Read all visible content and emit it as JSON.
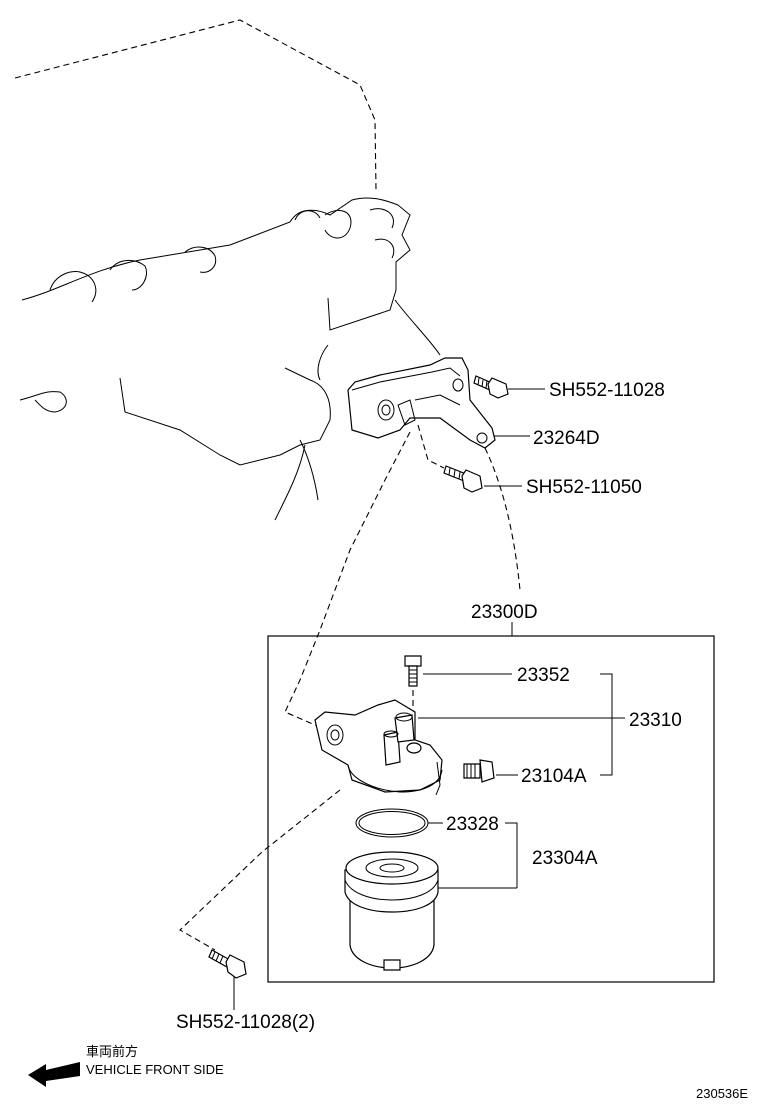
{
  "parts": {
    "bolt_top": "SH552-11028",
    "bracket": "23264D",
    "bolt_mid": "SH552-11050",
    "assembly": "23300D",
    "plug_bolt": "23352",
    "housing": "23310",
    "drain_plug": "23104A",
    "o_ring": "23328",
    "filter_element": "23304A",
    "bolt_bottom": "SH552-11028(2)"
  },
  "direction": {
    "japanese": "車両前方",
    "english": "VEHICLE FRONT SIDE",
    "arrow_icon": "left-arrow-icon"
  },
  "diagram_id": "230536E"
}
